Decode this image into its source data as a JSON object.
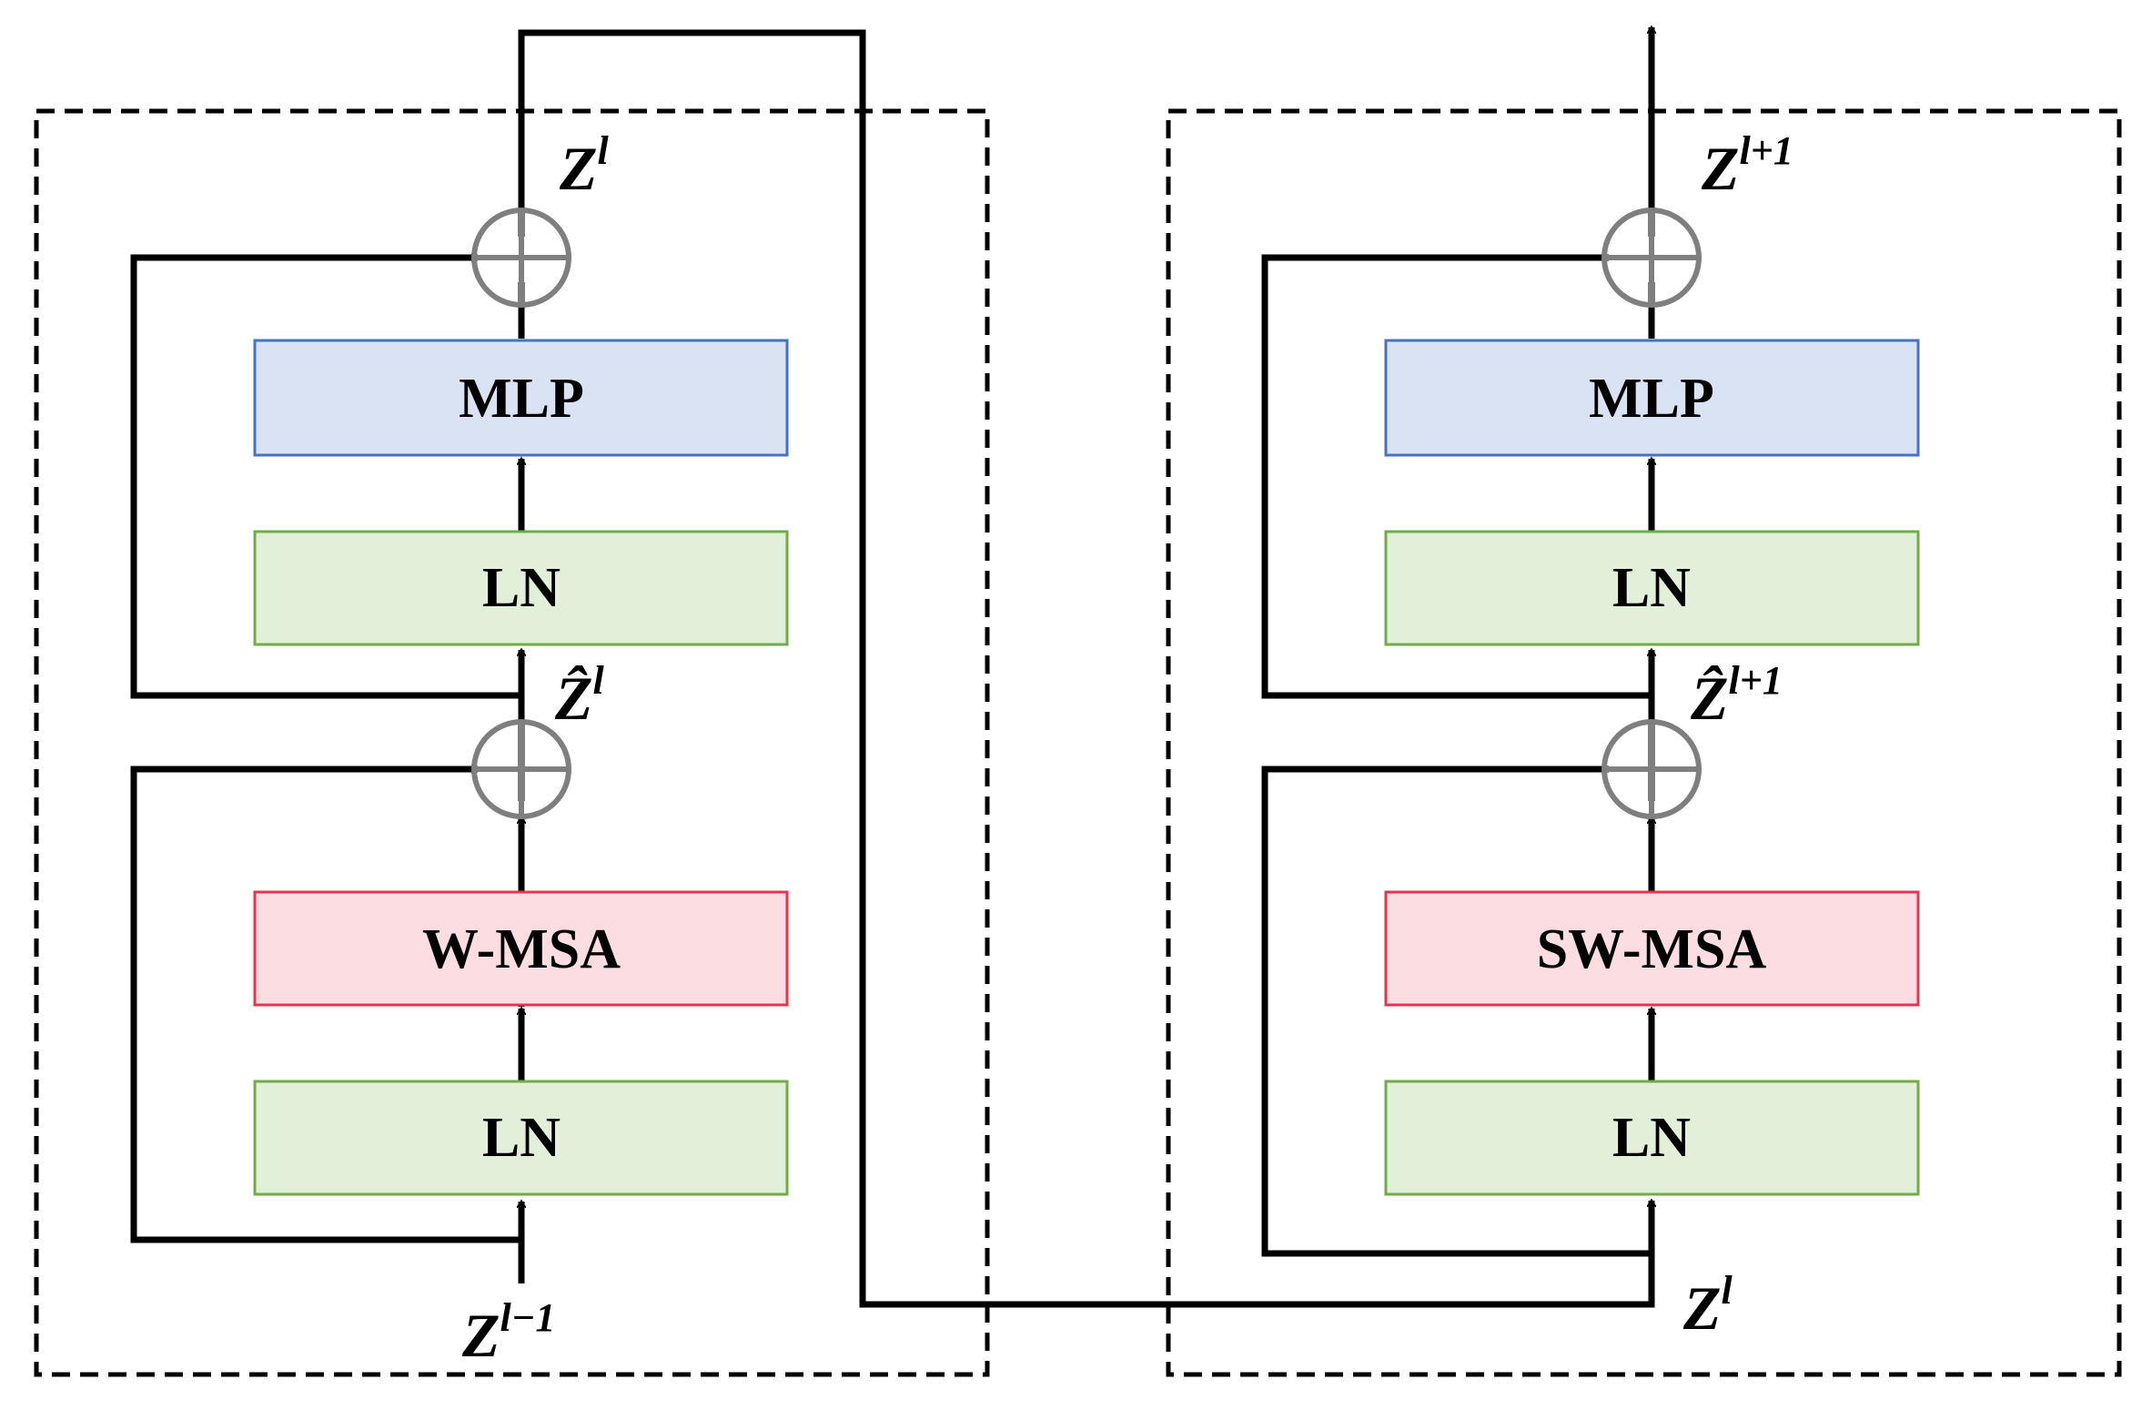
{
  "colors": {
    "mlp_fill": "#dae3f3",
    "mlp_border": "#4472c4",
    "ln_fill": "#e2f0d9",
    "ln_border": "#70ad47",
    "msa_fill": "#fbdde2",
    "msa_border": "#e5354e",
    "line": "#000000",
    "sum_circle": "#7f7f7f"
  },
  "blocks": [
    {
      "mlp": "MLP",
      "ln_top": "LN",
      "attention": "W-MSA",
      "ln_bottom": "LN",
      "input": {
        "base": "Z",
        "sup": "l−1"
      },
      "mid": {
        "base": "Ẑ",
        "sup": "l"
      },
      "output": {
        "base": "Z",
        "sup": "l"
      }
    },
    {
      "mlp": "MLP",
      "ln_top": "LN",
      "attention": "SW-MSA",
      "ln_bottom": "LN",
      "input": {
        "base": "Z",
        "sup": "l"
      },
      "mid": {
        "base": "Ẑ",
        "sup": "l+1"
      },
      "output": {
        "base": "Z",
        "sup": "l+1"
      }
    }
  ]
}
